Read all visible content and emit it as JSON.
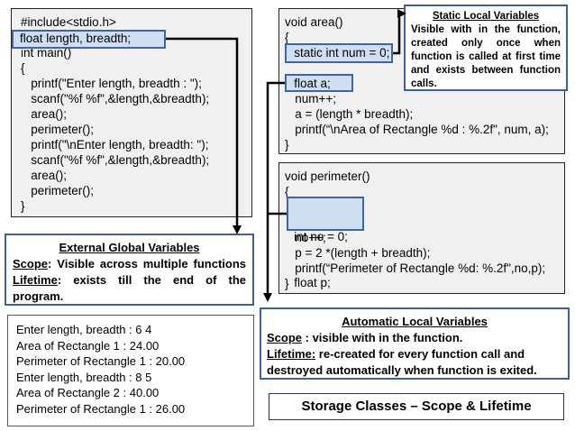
{
  "main_code": {
    "lines": [
      "#include<stdio.h>",
      "float length, breadth;",
      "int main()",
      "{",
      "   printf(\"Enter length, breadth : \");",
      "   scanf(\"%f %f\",&length,&breadth);",
      "   area();",
      "   perimeter();",
      "   printf(\"\\nEnter length, breadth: \");",
      "   scanf(\"%f %f\",&length,&breadth);",
      "   area();",
      "   perimeter();",
      "}"
    ]
  },
  "area_code": {
    "lines": [
      "void area()",
      "{",
      "   static int num = 0;",
      "",
      "   float a;",
      "   num++;",
      "   a = (length * breadth);",
      "   printf(“\\nArea of Rectangle %d : %.2f\", num, a);",
      "}"
    ]
  },
  "perimeter_code": {
    "lines": [
      "void perimeter()",
      "{",
      "   int no = 0;",
      "   float p;",
      "   no++;",
      "   p = 2 *(length + breadth);",
      "   printf(“Perimeter of Rectangle %d: %.2f\",no,p);",
      "}"
    ]
  },
  "static_note": {
    "title": "Static Local Variables ",
    "text": "Visible with in the function, created only once when function is called at first time and exists between function calls."
  },
  "global_note": {
    "title": "External Global Variables ",
    "scope_label": "Scope",
    "scope_text": ":  Visible  across  multiple functions ",
    "lifetime_label": "Lifetime",
    "lifetime_text": ": exists  till the end of the program."
  },
  "auto_note": {
    "title": "Automatic Local Variables ",
    "scope_label": "Scope",
    "scope_text": " : visible with in the function.",
    "lifetime_label": "Lifetime:",
    "lifetime_text": " re-created for every function call and destroyed automatically when function is exited."
  },
  "output": {
    "lines": [
      "Enter length, breadth : 6  4",
      "Area of Rectangle 1 : 24.00",
      "Perimeter of Rectangle 1 : 20.00",
      "Enter length, breadth : 8  5",
      "Area of Rectangle 2 : 40.00",
      "Perimeter of Rectangle 1 : 26.00"
    ]
  },
  "caption": "Storage Classes – Scope & Lifetime",
  "colors": {
    "highlight_border": "#3d63a8",
    "highlight_fill": "#cfdff2",
    "note_border": "#3d5f9a",
    "code_bg": "#f0f0f0"
  }
}
